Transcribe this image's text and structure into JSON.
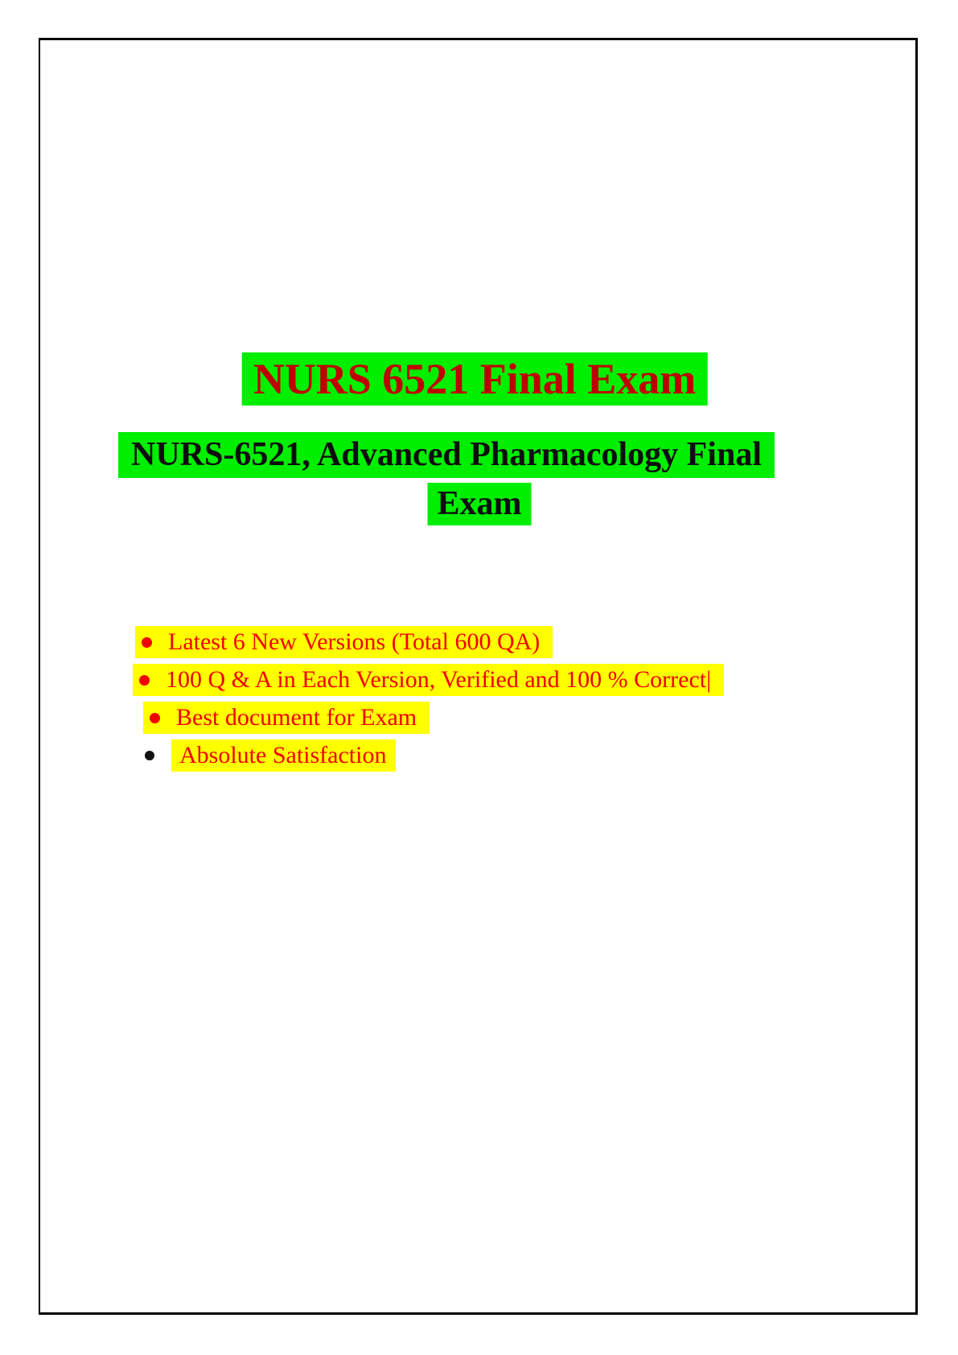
{
  "page": {
    "kind": "document-page",
    "background_color": "#ffffff",
    "border_color": "#000000"
  },
  "colors": {
    "green_highlight": "#00ee00",
    "yellow_highlight": "#ffff00",
    "title_red": "#c00000",
    "bullet_text_red": "#f20000",
    "subtitle_black": "#0d0d0d",
    "black_bullet_marker": "#111111"
  },
  "titles": {
    "main": "NURS 6521 Final Exam",
    "subtitle_line1": "NURS-6521, Advanced Pharmacology Final",
    "subtitle_line2": "Exam"
  },
  "bullets": [
    {
      "marker_color": "#f20000",
      "text": "Latest 6 New Versions (Total 600 QA)"
    },
    {
      "marker_color": "#f20000",
      "text": "100 Q & A in Each Version, Verified and 100 % Correct|"
    },
    {
      "marker_color": "#f20000",
      "text": "Best document for Exam"
    },
    {
      "marker_color": "#111111",
      "text": "Absolute Satisfaction"
    }
  ]
}
